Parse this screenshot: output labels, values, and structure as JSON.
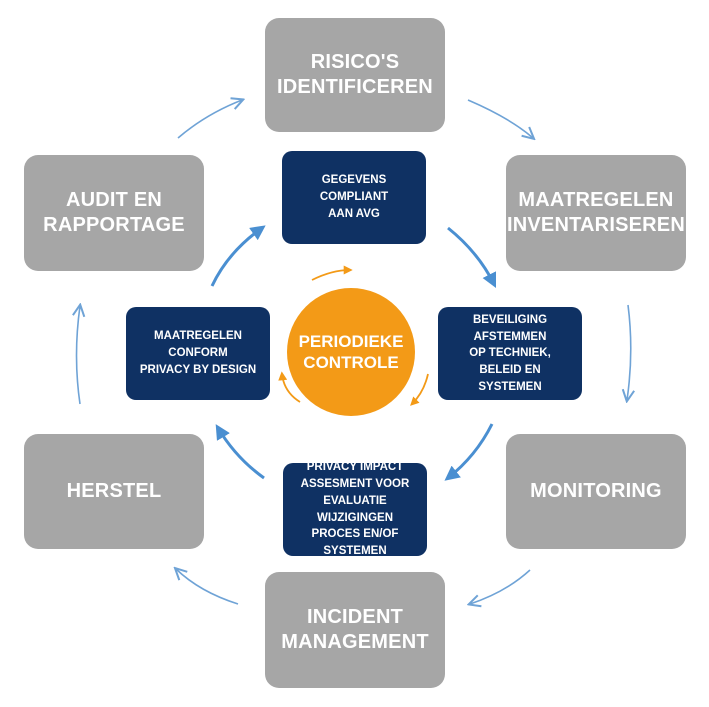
{
  "outer_steps": {
    "risicos": "RISICO'S\nIDENTIFICEREN",
    "maatregelen_inventariseren": "MAATREGELEN\nINVENTARISEREN",
    "monitoring": "MONITORING",
    "incident": "INCIDENT\nMANAGEMENT",
    "herstel": "HERSTEL",
    "audit": "AUDIT EN\nRAPPORTAGE"
  },
  "inner_steps": {
    "gegevens": "GEGEVENS COMPLIANT\nAAN AVG",
    "beveiliging": "BEVEILIGING AFSTEMMEN\nOP TECHNIEK, BELEID EN\nSYSTEMEN",
    "pia": "PRIVACY IMPACT\nASSESMENT VOOR\nEVALUATIE WIJZIGINGEN\nPROCES EN/OF SYSTEMEN",
    "privacy_by_design": "MAATREGELEN CONFORM\nPRIVACY BY DESIGN"
  },
  "center": {
    "label": "PERIODIEKE\nCONTROLE"
  },
  "colors": {
    "outer_box": "#a6a6a6",
    "inner_box": "#0f3163",
    "center_circle": "#f39a17",
    "outer_arrow": "#6fa3d6",
    "inner_arrow": "#4a8fd1"
  }
}
